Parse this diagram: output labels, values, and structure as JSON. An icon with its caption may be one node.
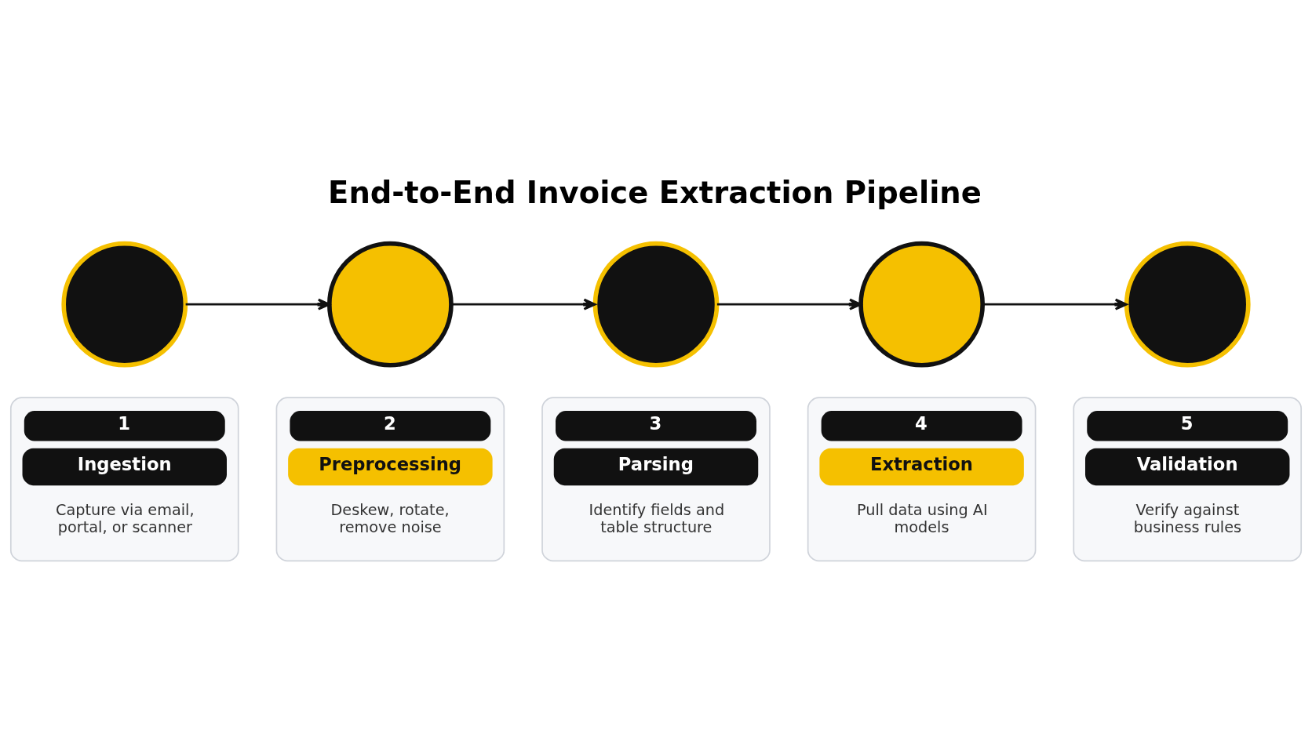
{
  "diagram": {
    "title": "End-to-End Invoice Extraction Pipeline",
    "nodes": [
      {
        "text": [],
        "shape": "circle"
      },
      {
        "text": [
          "1",
          "Ingestion",
          "Capture via email, portal, or scanner"
        ]
      },
      {
        "text": [],
        "shape": "circle"
      },
      {
        "text": [
          "2",
          "Preprocessing",
          "Deskew, rotate, remove noise"
        ]
      },
      {
        "text": [],
        "shape": "circle"
      },
      {
        "text": [
          "3",
          "Parsing",
          "Identify fields and table structure"
        ]
      },
      {
        "text": [],
        "shape": "circle"
      },
      {
        "text": [
          "4",
          "Extraction",
          "Pull data using AI models"
        ]
      },
      {
        "text": [],
        "shape": "circle"
      },
      {
        "text": [
          "5",
          "Validation",
          "Verify against business rules"
        ]
      }
    ],
    "edges": [
      {
        "from": 0,
        "to": 2,
        "arrow": "to"
      },
      {
        "from": 2,
        "to": 4,
        "arrow": "to"
      },
      {
        "from": 4,
        "to": 6,
        "arrow": "to"
      },
      {
        "from": 6,
        "to": 8,
        "arrow": "to"
      }
    ]
  }
}
